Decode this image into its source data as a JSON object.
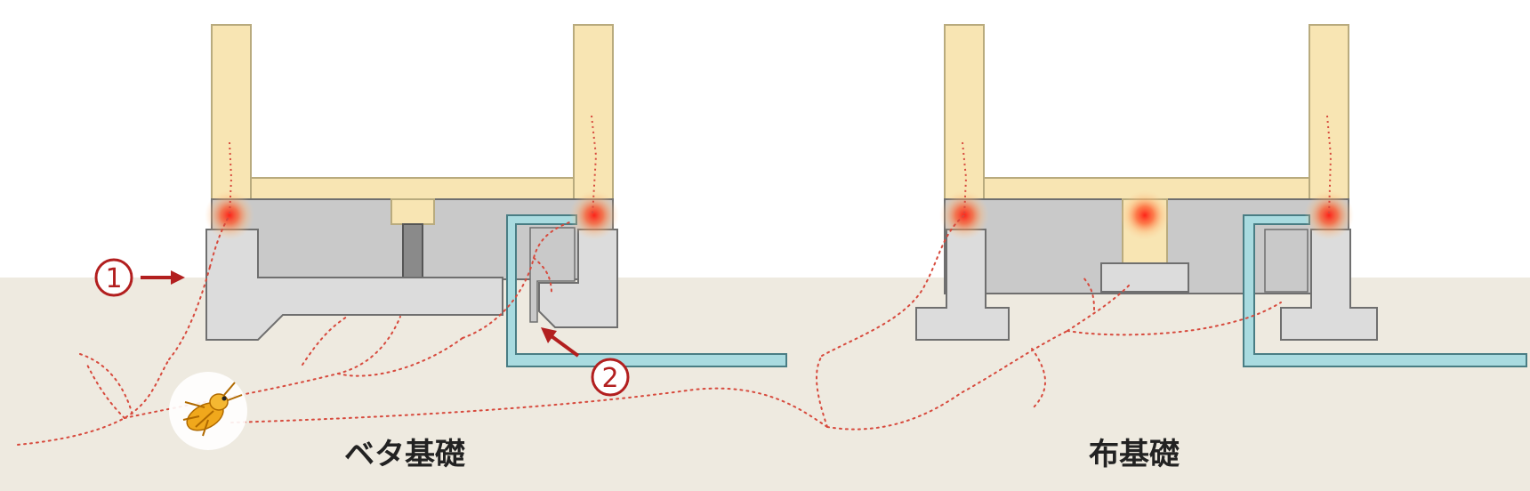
{
  "captions": {
    "left": "ベタ基礎",
    "right": "布基礎"
  },
  "markers": {
    "one": "1",
    "two": "2"
  },
  "icons": {
    "termite": "termite-icon",
    "arrow": "arrow-icon"
  },
  "colors": {
    "ground": "#eeeae0",
    "wood": "#f8e5b3",
    "wood_stroke": "#b9ab7e",
    "concrete": "#dcdcdc",
    "concrete_dark": "#c6c6c6",
    "concrete_stroke": "#6f6f6f",
    "barrier": "#a9dbe0",
    "barrier_stroke": "#497d84",
    "trail": "#d74a3d",
    "accent": "#a61c1c",
    "hotspot": "#ff2a1a"
  }
}
